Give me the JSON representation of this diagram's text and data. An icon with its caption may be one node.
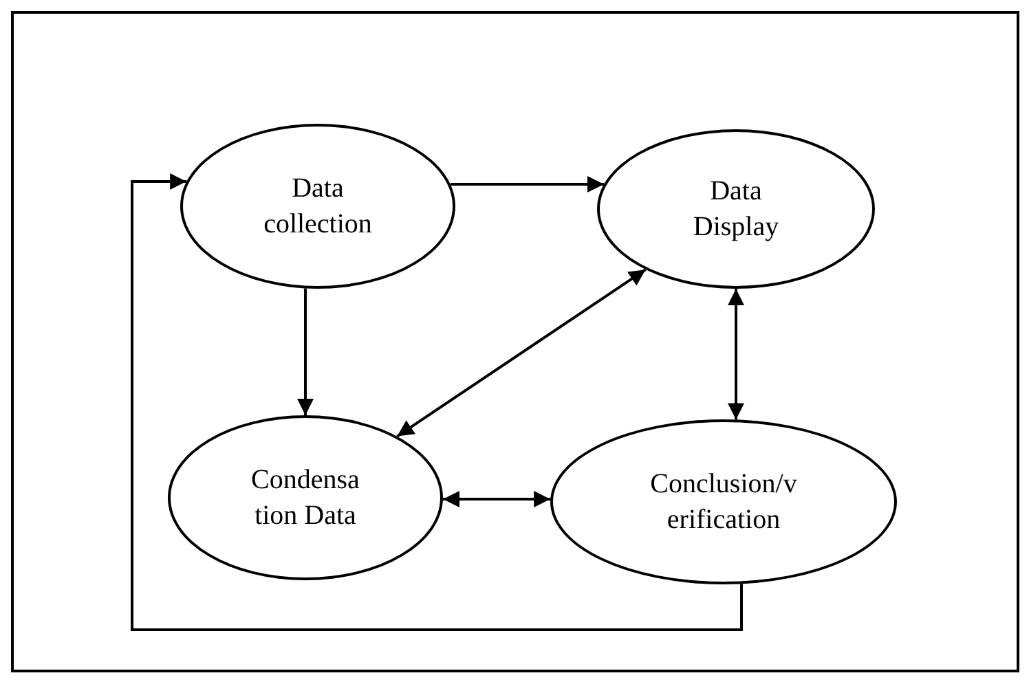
{
  "diagram": {
    "nodes": [
      {
        "text": [
          "Data collection"
        ]
      },
      {
        "text": [
          "Data Display"
        ]
      },
      {
        "text": [
          "Condensa tion Data"
        ]
      },
      {
        "text": [
          "Conclusion/v erification"
        ]
      }
    ],
    "edges": [
      {
        "from": 0,
        "to": 1,
        "arrow": "to"
      },
      {
        "from": 0,
        "to": 2,
        "arrow": "to"
      },
      {
        "from": 1,
        "to": 2,
        "arrow": "both"
      },
      {
        "from": 1,
        "to": 3,
        "arrow": "both"
      },
      {
        "from": 2,
        "to": 3,
        "arrow": "both"
      },
      {
        "from": 3,
        "to": 0,
        "arrow": "to"
      }
    ]
  }
}
